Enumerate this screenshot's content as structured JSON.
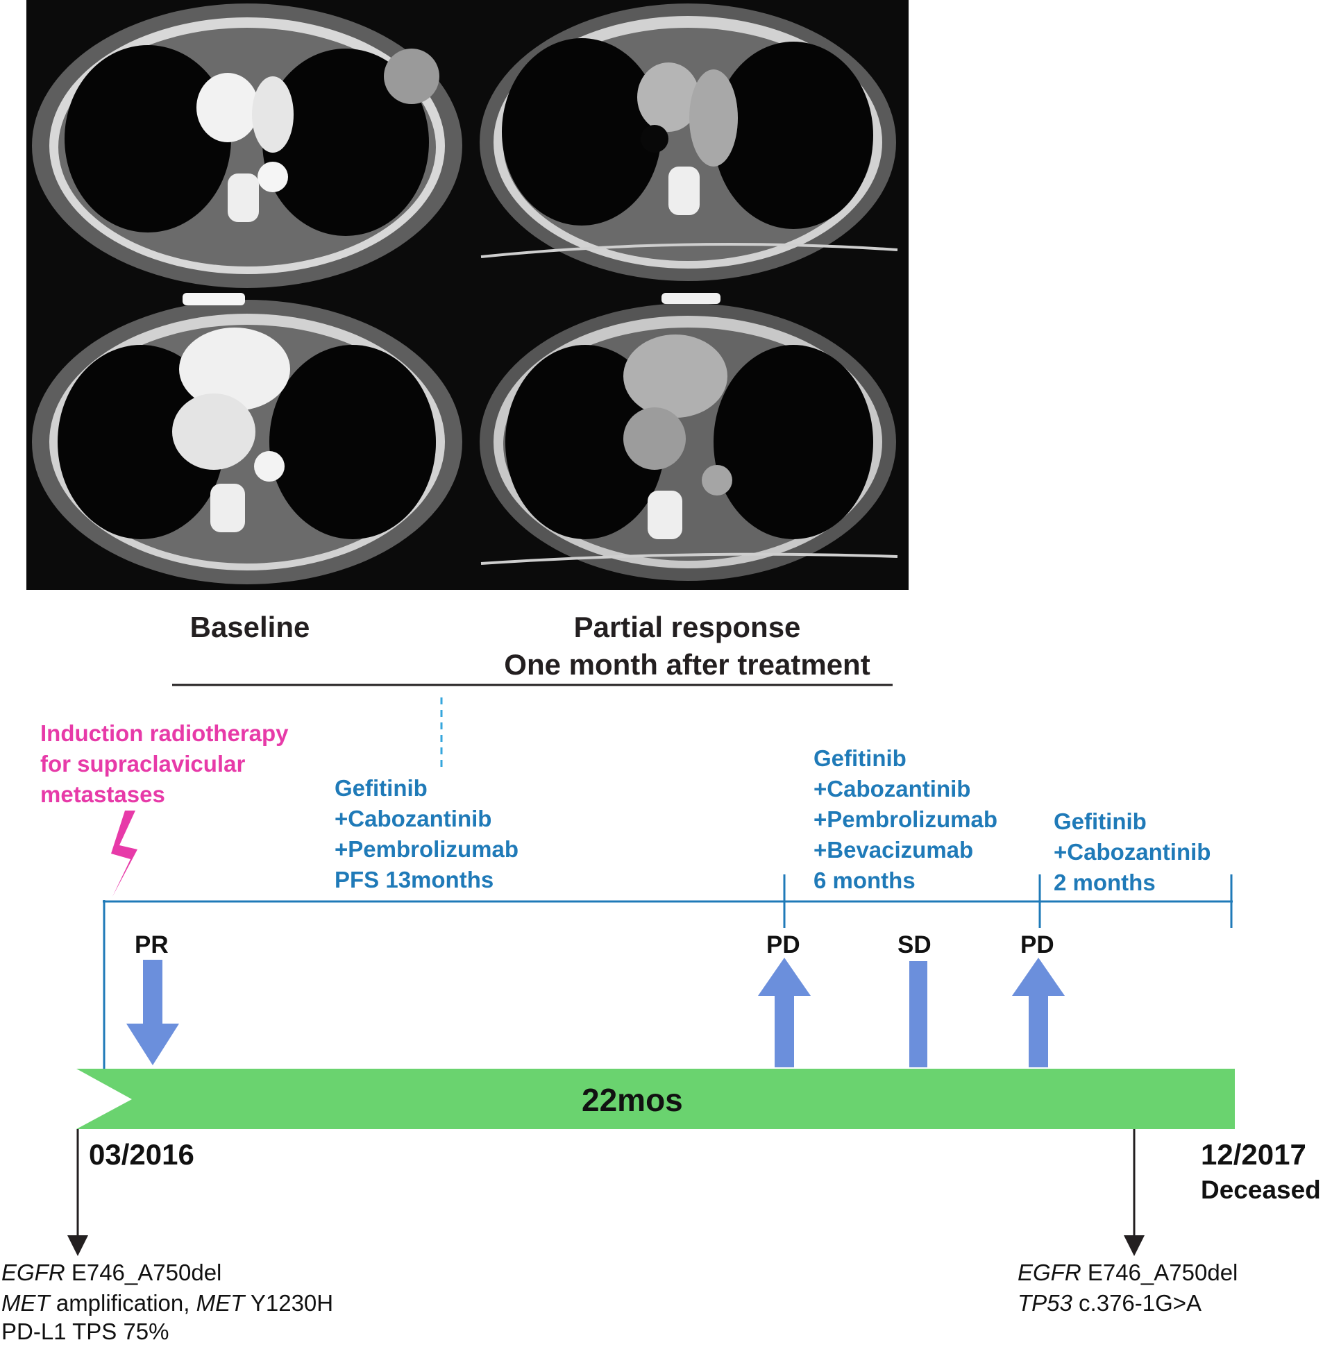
{
  "ct_panels": {
    "columns": [
      "Baseline",
      "Partial response"
    ],
    "caption_baseline": "Baseline",
    "caption_response_line1": "Partial response",
    "caption_response_line2": "One month after treatment"
  },
  "induction": {
    "line1": "Induction radiotherapy",
    "line2": "for supraclavicular",
    "line3": "metastases"
  },
  "regimen1": {
    "line1": "Gefitinib",
    "line2": "+Cabozantinib",
    "line3": "+Pembrolizumab",
    "line4": "PFS 13months"
  },
  "regimen2": {
    "line1": "Gefitinib",
    "line2": "+Cabozantinib",
    "line3": "+Pembrolizumab",
    "line4": "+Bevacizumab",
    "line5": "6 months"
  },
  "regimen3": {
    "line1": "Gefitinib",
    "line2": "+Cabozantinib",
    "line3": "2 months"
  },
  "responses": {
    "pr": "PR",
    "pd1": "PD",
    "sd": "SD",
    "pd2": "PD"
  },
  "timeline": {
    "duration_label": "22mos",
    "start_date": "03/2016",
    "end_date": "12/2017",
    "end_status": "Deceased",
    "duration_months": 22,
    "phase_months": [
      13,
      6,
      2
    ]
  },
  "mutations_start": {
    "gene1": "EGFR",
    "mut1": "E746_A750del",
    "gene2": "MET",
    "mut2": "amplification,",
    "gene3": "MET",
    "mut3": "Y1230H",
    "pdl1": "PD-L1 TPS 75%"
  },
  "mutations_end": {
    "gene1": "EGFR",
    "mut1": "E746_A750del",
    "gene2": "TP53",
    "mut2": "c.376-1G>A"
  },
  "colors": {
    "timeline_bar": "#6ad36f",
    "regimen_text": "#1f7ab8",
    "induction_text": "#e73aa8",
    "response_arrow": "#6b8fdc",
    "ct_background": "#0b0b0b"
  }
}
